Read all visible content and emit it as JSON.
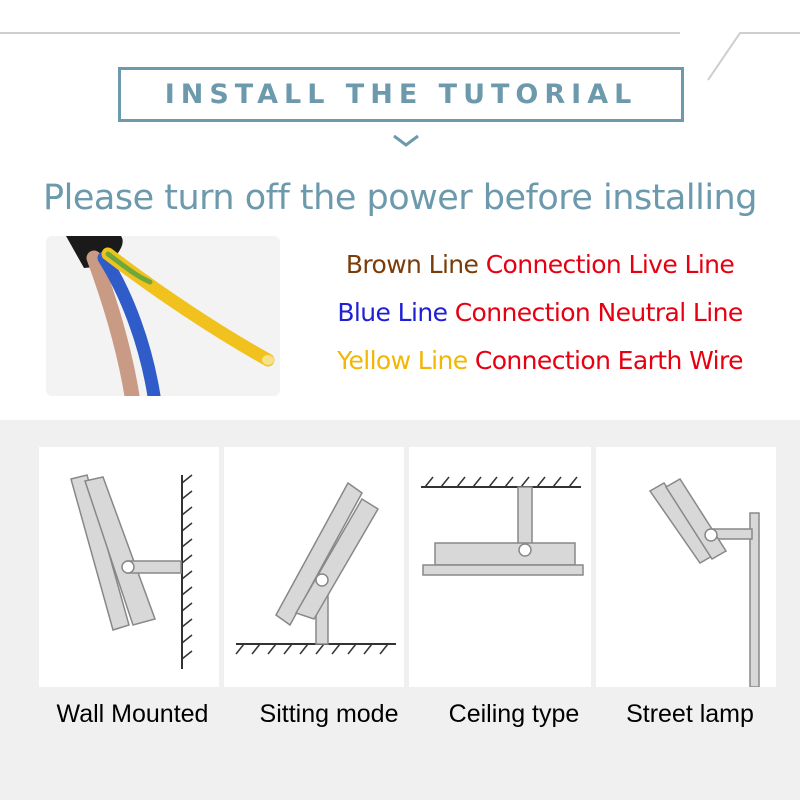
{
  "header": {
    "title": "INSTALL THE TUTORIAL",
    "warning": "Please turn off the power before installing"
  },
  "wiring": [
    {
      "wire": "Brown Line",
      "connection": "Connection Live Line",
      "wire_color": "#7a3d0a",
      "connection_color": "#e60012"
    },
    {
      "wire": "Blue Line",
      "connection": "Connection Neutral Line",
      "wire_color": "#1f1fd6",
      "connection_color": "#e60012"
    },
    {
      "wire": "Yellow Line",
      "connection": "Connection Earth Wire",
      "wire_color": "#f2b705",
      "connection_color": "#e60012"
    }
  ],
  "modes": [
    {
      "label": "Wall Mounted",
      "icon": "wall-mount-icon"
    },
    {
      "label": "Sitting mode",
      "icon": "sitting-mount-icon"
    },
    {
      "label": "Ceiling type",
      "icon": "ceiling-mount-icon"
    },
    {
      "label": "Street lamp",
      "icon": "street-lamp-icon"
    }
  ],
  "colors": {
    "accent": "#6c9aac",
    "fixture": "#d8d8d8",
    "fixture_stroke": "#888888",
    "panel_bg": "#f0f0f0"
  }
}
